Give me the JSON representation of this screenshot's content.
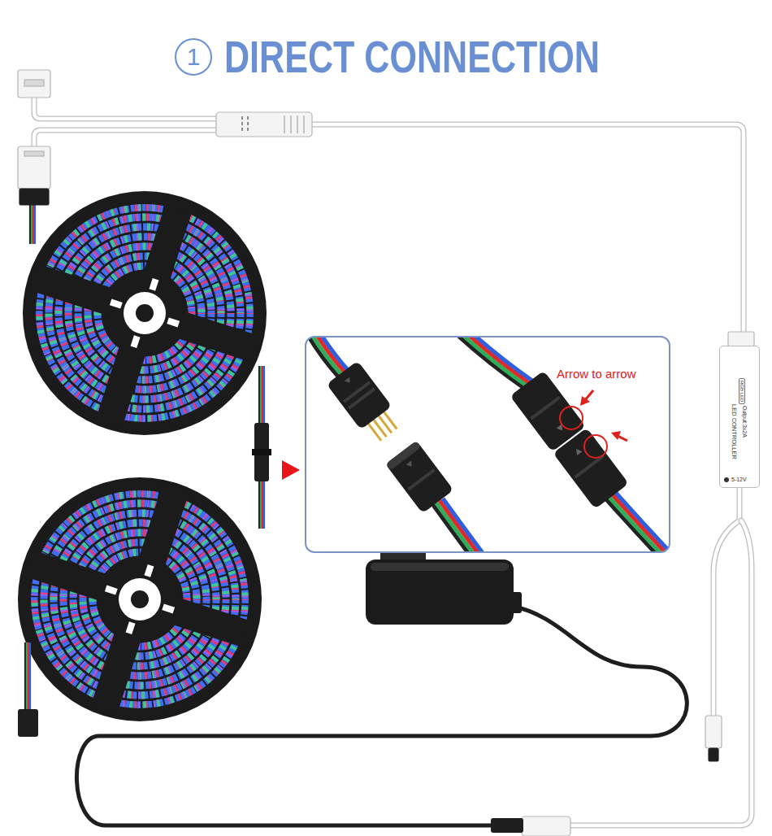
{
  "diagram": {
    "title": "DIRECT CONNECTION",
    "nodes": [
      {
        "text": [
          "Arrow to arrow"
        ]
      },
      {
        "text": [
          "RGB LED",
          "LED CONTROLLER",
          "Output:3x2A",
          "5-12V"
        ]
      }
    ],
    "labels": [
      "1"
    ]
  }
}
